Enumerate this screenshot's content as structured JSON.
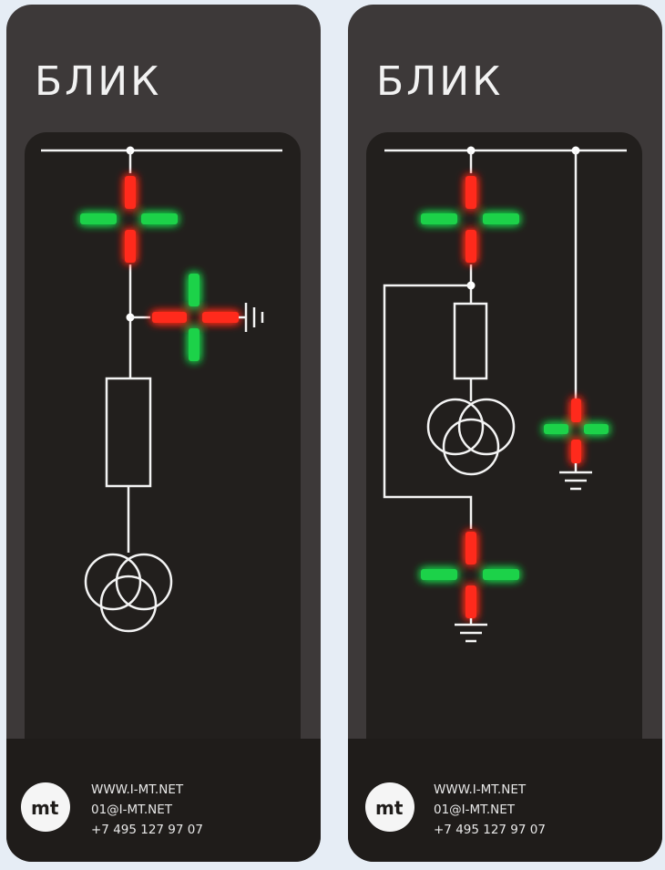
{
  "colors": {
    "page_bg": "#e6edf5",
    "panel": "#3d3939",
    "inner": "#221f1d",
    "led_red": "#ff2a1a",
    "led_green": "#1fd24a",
    "wire": "#f4f4f4"
  },
  "panels": [
    {
      "title": "БЛИК",
      "logo": "mt",
      "website": "WWW.I-MT.NET",
      "email": "01@I-MT.NET",
      "phone": "+7 495 127 97 07"
    },
    {
      "title": "БЛИК",
      "logo": "mt",
      "website": "WWW.I-MT.NET",
      "email": "01@I-MT.NET",
      "phone": "+7 495 127 97 07"
    }
  ]
}
